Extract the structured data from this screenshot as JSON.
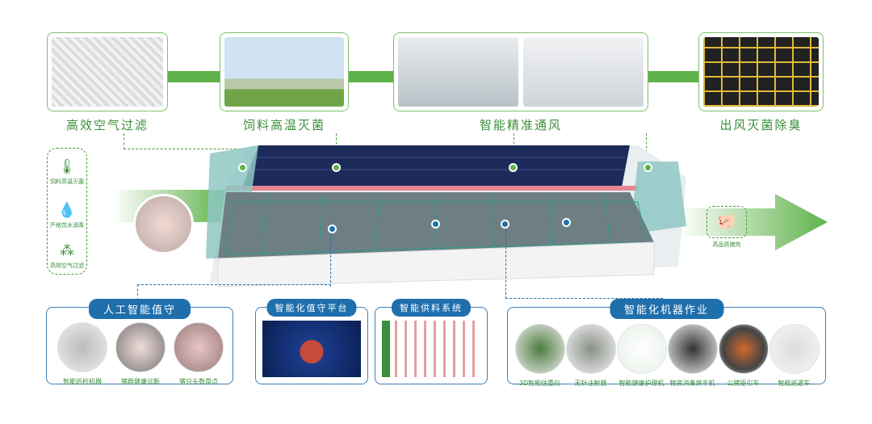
{
  "top_sections": [
    {
      "label": "高效空气过滤"
    },
    {
      "label": "饲料高温灭菌"
    },
    {
      "label": "智能精准通风"
    },
    {
      "label": "出风灭菌除臭"
    }
  ],
  "side_panel": {
    "items": [
      {
        "icon": "thermometer-icon",
        "label": "饲料高温灭菌"
      },
      {
        "icon": "water-drop-icon",
        "label": "严格饮水消毒"
      },
      {
        "icon": "air-filter-icon",
        "label": "高效空气过滤"
      }
    ]
  },
  "output": {
    "icon": "pig-icon",
    "label": "高品质猪肉"
  },
  "bottom_panels": [
    {
      "title": "人工智能值守",
      "items": [
        "智能巡检机器",
        "猪群健康诊断",
        "猪只头数盘点"
      ]
    },
    {
      "title": "智能化值守平台"
    },
    {
      "title": "智能供料系统"
    },
    {
      "title": "智能化机器作业",
      "items": [
        "3D智能估重仪",
        "无针注射器",
        "智能健康护理机",
        "物资消毒烘干机",
        "公猪驱引车",
        "智能巡逻车"
      ]
    }
  ],
  "colors": {
    "green": "#5fb24a",
    "blue": "#1f6fad",
    "solar": "#1d2b5a"
  }
}
